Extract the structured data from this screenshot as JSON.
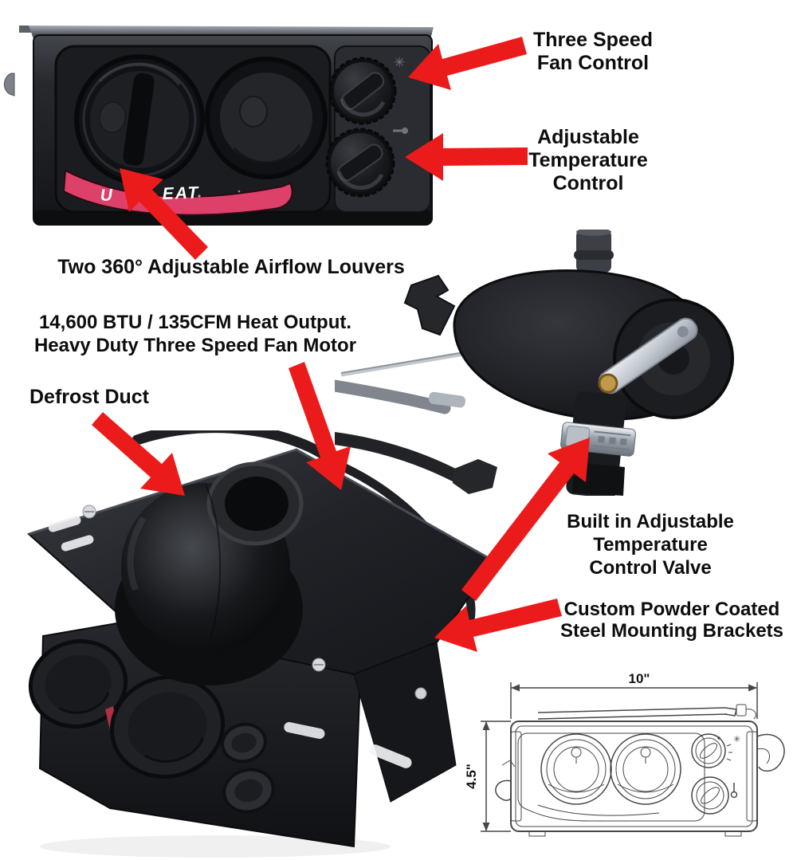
{
  "page": {
    "background": "#ffffff"
  },
  "colors": {
    "arrow_red": "#ec1b1b",
    "text": "#0d0d0d",
    "brand_label_pink": "#dd4069",
    "device_black": "#1c1d21",
    "drawing_line": "#474747"
  },
  "annotations": {
    "fan_control": [
      "Three Speed",
      "Fan Control"
    ],
    "temp_control": [
      "Adjustable",
      "Temperature",
      "Control"
    ],
    "louvers": "Two 360° Adjustable Airflow Louvers",
    "heat_output": [
      "14,600 BTU / 135CFM Heat Output.",
      "Heavy Duty Three Speed Fan Motor"
    ],
    "defrost_duct": "Defrost Duct",
    "valve": [
      "Built in Adjustable",
      "Temperature",
      "Control Valve"
    ],
    "brackets": [
      "Custom Powder Coated",
      "Steel Mounting Brackets"
    ]
  },
  "control_panel": {
    "brand_label_left": "U",
    "brand_label_right": "EAT"
  },
  "drawing": {
    "width_label": "10\"",
    "height_label": "4.5\""
  },
  "icons": {
    "fan_glyph": "✳"
  }
}
